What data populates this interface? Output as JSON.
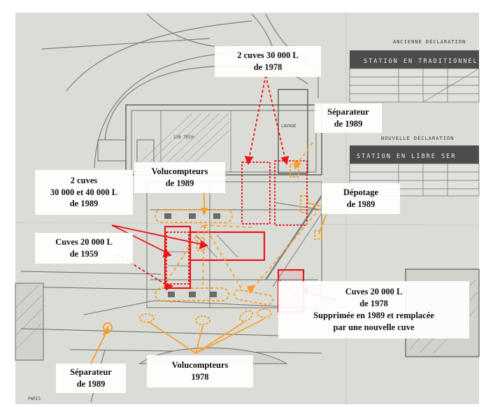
{
  "labels": {
    "cuves_30000_1978": {
      "l1": "2 cuves 30 000 L",
      "l2": "de 1978"
    },
    "separateur_1989_top": {
      "l1": "Séparateur",
      "l2": "de 1989"
    },
    "volucompteurs_1989": {
      "l1": "Volucompteurs",
      "l2": "de 1989"
    },
    "cuves_2_1989": {
      "l1": "2 cuves",
      "l2": "30 000 et 40 000 L",
      "l3": "de 1989"
    },
    "depotage_1989": {
      "l1": "Dépotage",
      "l2": "de 1989"
    },
    "cuves_20000_1959": {
      "l1": "Cuves 20 000 L",
      "l2": "de 1959"
    },
    "cuves_20000_1978": {
      "l1": "Cuves 20 000 L",
      "l2": "de 1978",
      "l3": "Supprimée en 1989 et remplacée",
      "l4": "par une nouvelle cuve"
    },
    "separateur_1989_bottom": {
      "l1": "Séparateur",
      "l2": "de 1989"
    },
    "volucompteurs_1978": {
      "l1": "Volucompteurs",
      "l2": "1978"
    }
  },
  "plan_text": {
    "ancienne_declaration": "ANCIENNE DÉCLARATION",
    "station_traditionnel": "STATION EN TRADITIONNEL",
    "nouvelle_declaration": "NOUVELLE DÉCLARATION",
    "station_libre": "STATION EN LIBRE SER",
    "paris": "PARIS",
    "tech": "130 TECH",
    "lavage": "LAVAGE"
  },
  "colors": {
    "paper": "#dcdcd6",
    "line": "#7a7a78",
    "red": "#e8161b",
    "orange": "#f6a12f"
  }
}
